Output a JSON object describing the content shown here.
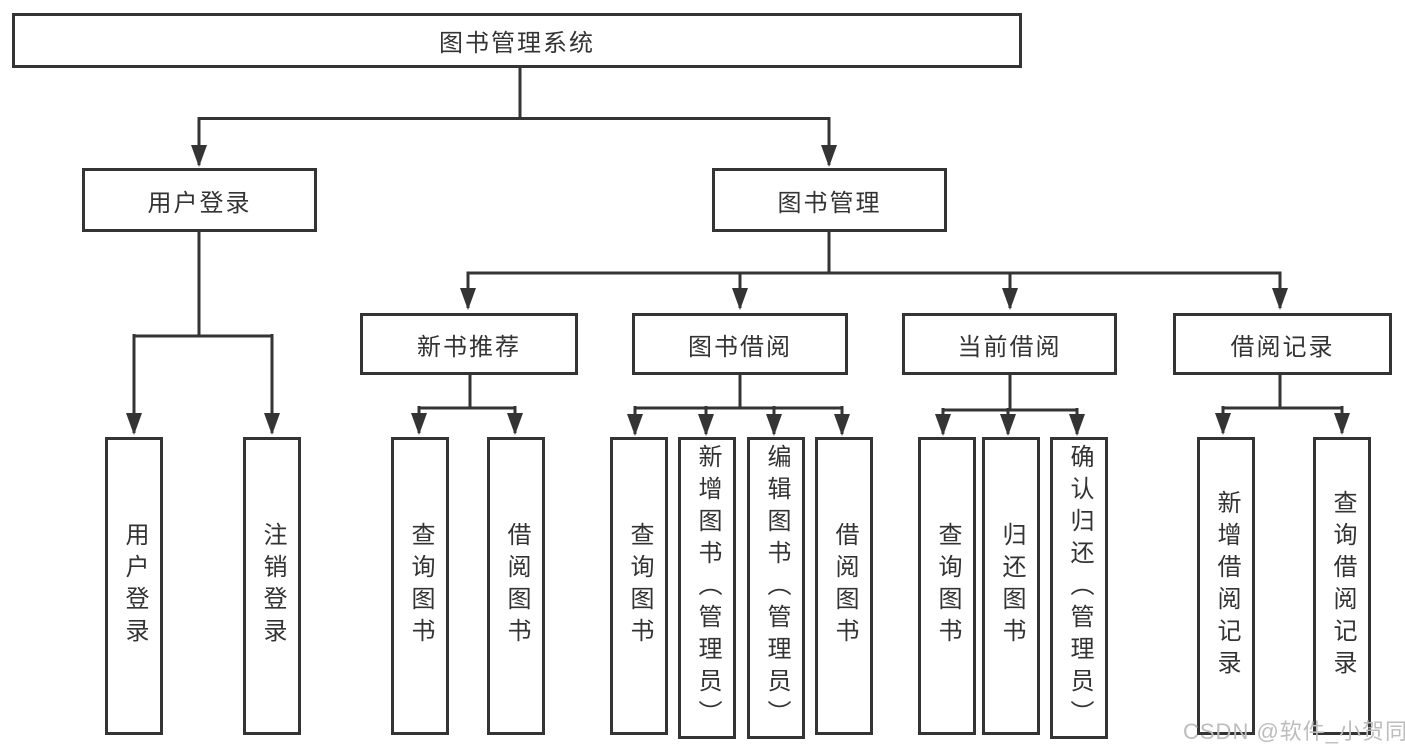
{
  "nodes": {
    "root": "图书管理系统",
    "user_login": "用户登录",
    "book_mgmt": "图书管理",
    "user_login_children": [
      "用户登录",
      "注销登录"
    ],
    "sections": [
      {
        "label": "新书推荐",
        "children": [
          "查询图书",
          "借阅图书"
        ]
      },
      {
        "label": "图书借阅",
        "children": [
          "查询图书",
          "新增图书（管理员）",
          "编辑图书（管理员）",
          "借阅图书"
        ]
      },
      {
        "label": "当前借阅",
        "children": [
          "查询图书",
          "归还图书",
          "确认归还（管理员）"
        ]
      },
      {
        "label": "借阅记录",
        "children": [
          "新增借阅记录",
          "查询借阅记录"
        ]
      }
    ]
  },
  "watermark": {
    "text": "CSDN @软件_小贺同学"
  },
  "colors": {
    "line": "#343434",
    "text": "#333333",
    "background": "#ffffff",
    "watermark": "#bdbdbd"
  }
}
